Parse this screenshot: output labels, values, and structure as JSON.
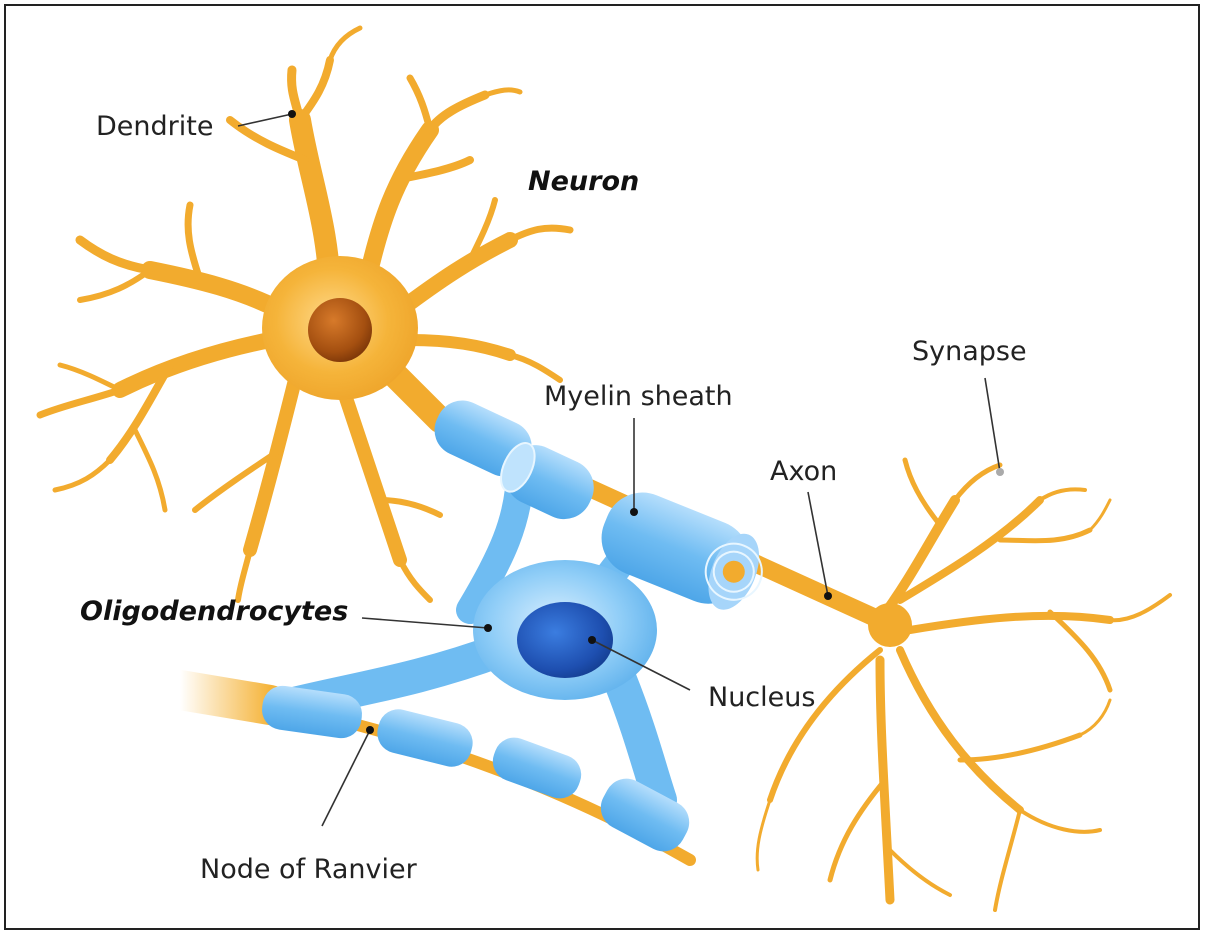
{
  "labels": {
    "dendrite": "Dendrite",
    "neuron": "Neuron",
    "synapse": "Synapse",
    "myelin_sheath": "Myelin sheath",
    "axon": "Axon",
    "oligodendrocytes": "Oligodendrocytes",
    "nucleus": "Nucleus",
    "node_of_ranvier": "Node of Ranvier"
  },
  "colors": {
    "neuron": "#f2ab2e",
    "neuron_dark": "#e0951a",
    "soma_nucleus": "#b05a12",
    "myelin": "#5fb3ee",
    "myelin_light": "#a9d8fb",
    "oligo_nucleus": "#1f55b8"
  }
}
